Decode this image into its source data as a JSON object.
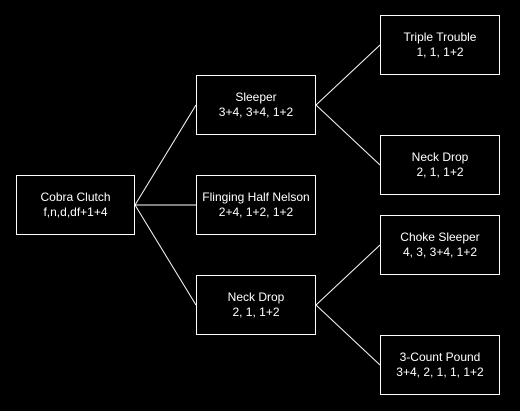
{
  "colors": {
    "background": "#000000",
    "stroke": "#ffffff",
    "text": "#ffffff"
  },
  "nodes": {
    "cobra_clutch": {
      "name": "Cobra Clutch",
      "input": "f,n,d,df+1+4"
    },
    "sleeper": {
      "name": "Sleeper",
      "input": "3+4, 3+4, 1+2"
    },
    "flinging_half_nelson": {
      "name": "Flinging Half Nelson",
      "input": "2+4, 1+2, 1+2"
    },
    "neck_drop_mid": {
      "name": "Neck Drop",
      "input": "2, 1, 1+2"
    },
    "triple_trouble": {
      "name": "Triple Trouble",
      "input": "1, 1, 1+2"
    },
    "neck_drop_top": {
      "name": "Neck Drop",
      "input": "2, 1, 1+2"
    },
    "choke_sleeper": {
      "name": "Choke Sleeper",
      "input": "4, 3, 3+4, 1+2"
    },
    "three_count_pound": {
      "name": "3-Count Pound",
      "input": "3+4, 2, 1, 1, 1+2"
    }
  },
  "edges": [
    [
      "cobra_clutch",
      "sleeper"
    ],
    [
      "cobra_clutch",
      "flinging_half_nelson"
    ],
    [
      "cobra_clutch",
      "neck_drop_mid"
    ],
    [
      "sleeper",
      "triple_trouble"
    ],
    [
      "sleeper",
      "neck_drop_top"
    ],
    [
      "neck_drop_mid",
      "choke_sleeper"
    ],
    [
      "neck_drop_mid",
      "three_count_pound"
    ]
  ]
}
